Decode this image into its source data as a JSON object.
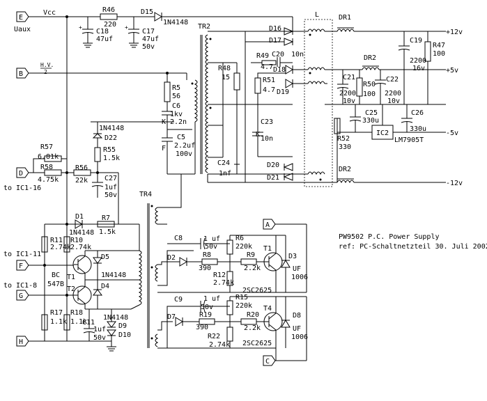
{
  "title": "PW9502 P.C. Power Supply",
  "reference": "ref: PC-Schaltnetzteil 30. Juli 2002",
  "connectors": [
    {
      "id": "E",
      "label": "E",
      "signal": "Uaux"
    },
    {
      "id": "B",
      "label": "B",
      "signal": "H.V./2"
    },
    {
      "id": "D",
      "label": "D",
      "signal": "to IC1-16"
    },
    {
      "id": "F",
      "label": "F",
      "signal": "to IC1-11"
    },
    {
      "id": "G",
      "label": "G",
      "signal": "to IC1-8"
    },
    {
      "id": "H",
      "label": "H",
      "signal": ""
    },
    {
      "id": "A",
      "label": "A",
      "signal": ""
    },
    {
      "id": "C",
      "label": "C",
      "signal": ""
    }
  ],
  "nets": {
    "vcc": "Vcc",
    "uaux": "Uaux",
    "hv_top": "H.V.",
    "hv_bot": "2"
  },
  "outputs": [
    "+12v",
    "+5v",
    "-5v",
    "-12v"
  ],
  "parts": {
    "R46": "R46",
    "R46v": "220",
    "D15": "D15",
    "D15v": "1N4148",
    "C18": "C18",
    "C18v": "47uf",
    "C17": "C17",
    "C17v1": "47uf",
    "C17v2": "50v",
    "R57": "R57",
    "R57v": "6.81k",
    "R58": "R58",
    "R58v": "4.75k",
    "D22v": "1N4148",
    "D22": "D22",
    "R55": "R55",
    "R55v": "1.5k",
    "R56": "R56",
    "R56v": "22k",
    "C27": "C27",
    "C27v1": "1uf",
    "C27v2": "50v",
    "R5": "R5",
    "R5v": "56",
    "C6": "C6",
    "C6v1": "1kv",
    "C6v2": "2.2n",
    "K1": "K",
    "C5": "C5",
    "C5v1": "2.2uf",
    "C5v2": "100v",
    "F1": "F",
    "TR2": "TR2",
    "TR4": "TR4",
    "L": "L",
    "D16": "D16",
    "D17": "D17",
    "DR1": "DR1",
    "C19": "C19",
    "C19v1": "2200",
    "C19v2": "16v",
    "R47": "R47",
    "R47v": "100",
    "R49": "R49",
    "R49v": "4.7",
    "C20": "C20",
    "C20v": "10n",
    "D18": "D18",
    "R48": "R48",
    "R48v": "15",
    "R51": "R51",
    "R51v": "4.7",
    "D19": "D19",
    "DR2a": "DR2",
    "C21": "C21",
    "C21v1": "2200",
    "C21v2": "10v",
    "R50": "R50",
    "R50v": "100",
    "C22": "C22",
    "C22v1": "2200",
    "C22v2": "10v",
    "C23": "C23",
    "K2": "K",
    "C23v": "10n",
    "C25": "C25",
    "C25v": "330u",
    "C26": "C26",
    "C26v": "330u",
    "IC2": "IC2",
    "IC2v": "LM7905T",
    "R52": "R52",
    "R52v": "330",
    "C24": "C24",
    "C24v": "1nf",
    "D20": "D20",
    "D21": "D21",
    "DR2b": "DR2",
    "R57x": "",
    "D1": "D1",
    "D1v": "1N4148",
    "R7": "R7",
    "R7v": "1.5k",
    "R11": "R11",
    "R11v": "2.74k",
    "R10": "R10",
    "R10v": "2.74k",
    "D5": "D5",
    "T1": "T1",
    "BC": "BC",
    "BC2": "547B",
    "T2": "T2",
    "D4": "D4",
    "D4v": "1N4148",
    "R17": "R17",
    "R17v": "1.1k",
    "R18": "R18",
    "R18v": "1.1k",
    "D9v": "1N4148",
    "C11": "C11",
    "C11v1": "1uf",
    "C11v2": "50v",
    "D9": "D9",
    "D10": "D10",
    "C8": "C8",
    "C8v1": "1 uf",
    "C8v2": "50v",
    "R6": "R6",
    "R6v": "220k",
    "D2": "D2",
    "R8": "R8",
    "R8v": "390",
    "R9": "R9",
    "R9v": "2.2k",
    "T1b": "T1",
    "D3": "D3",
    "D3v1": "UF",
    "D3v2": "1006",
    "R12": "R12",
    "R12v": "2.74k",
    "Q1": "2SC2625",
    "C9": "C9",
    "C9v1": "1 uf",
    "C9v2": "50v",
    "R15": "R15",
    "R15v": "220k",
    "D7": "D7",
    "R19": "R19",
    "R19v": "390",
    "R20": "R20",
    "R20v": "2.2k",
    "T4": "T4",
    "D8": "D8",
    "D8v1": "UF",
    "D8v2": "1006",
    "R22": "R22",
    "R22v": "2.74k",
    "Q2": "2SC2625"
  }
}
